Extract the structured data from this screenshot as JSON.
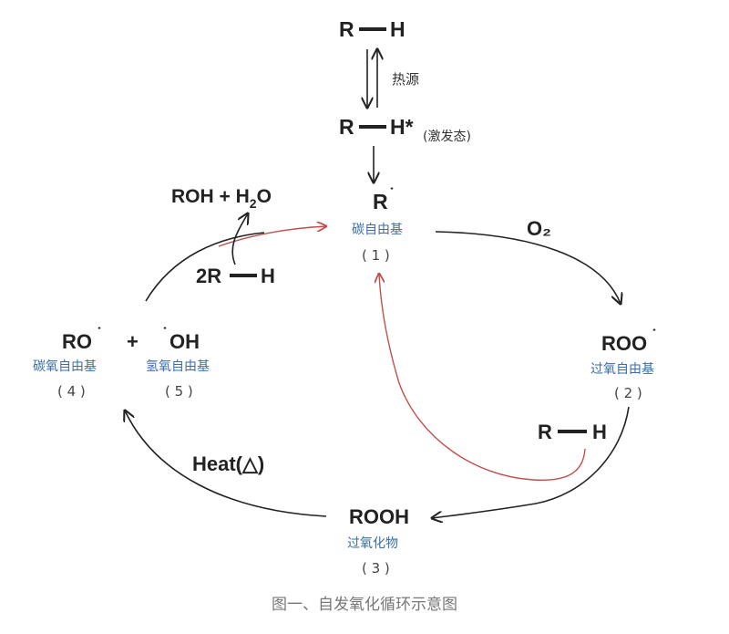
{
  "top": {
    "rh": {
      "r": "R",
      "h": "H"
    },
    "heat_source": "热源",
    "rh_excited": {
      "r": "R",
      "h": "H*",
      "state": "(激发态)"
    }
  },
  "carbon_radical": {
    "formula": "R",
    "dot": "˙",
    "name": "碳自由基",
    "number": "( 1 )"
  },
  "oxygen": "O₂",
  "peroxy_radical": {
    "formula": "ROO",
    "dot": "˙",
    "name": "过氧自由基",
    "number": "( 2 )"
  },
  "rh_right": {
    "r": "R",
    "h": "H"
  },
  "hydroperoxide": {
    "formula": "ROOH",
    "name": "过氧化物",
    "number": "( 3 )"
  },
  "heat": "Heat(△)",
  "alkoxy_radical": {
    "formula": "RO",
    "dot": "˙",
    "name": "碳氧自由基",
    "number": "( 4 )"
  },
  "plus": "+",
  "hydroxyl_radical": {
    "dot": "˙",
    "formula": "OH",
    "name": "氢氧自由基",
    "number": "( 5 )"
  },
  "products": {
    "roh": "ROH + H",
    "sub": "2",
    "o": "O"
  },
  "two_rh": {
    "r": "2R",
    "h": "H"
  },
  "caption": "图一、自发氧化循环示意图",
  "colors": {
    "black_arrow": "#222222",
    "red_arrow": "#c0504d",
    "name_blue": "#3a6ea5"
  }
}
